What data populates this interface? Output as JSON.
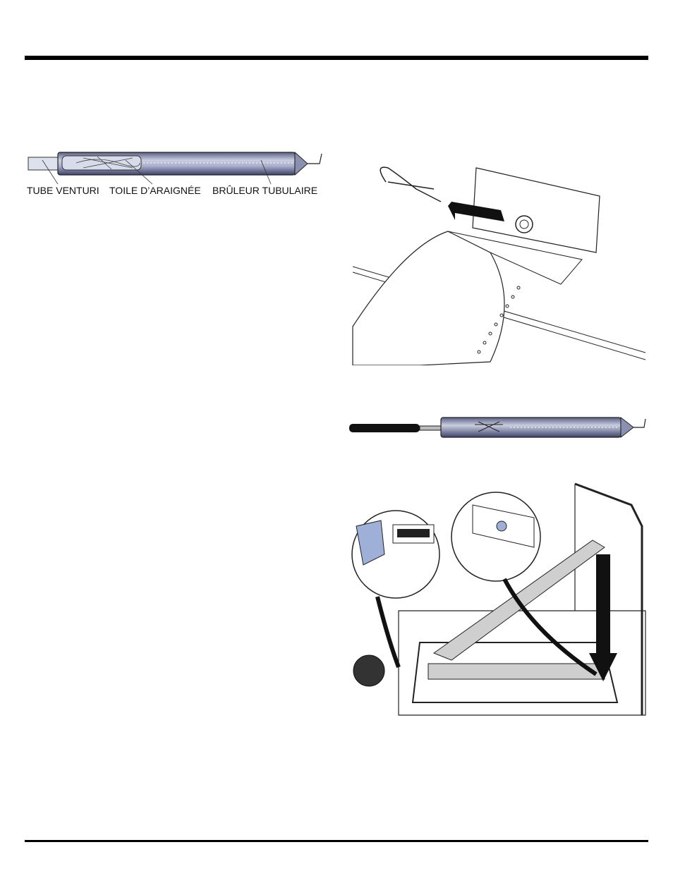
{
  "figure1": {
    "labels": {
      "venturi": "TUBE VENTURI",
      "spider": "TOILE D’ARAIGNÉE",
      "burner": "BRÛLEUR TUBULAIRE"
    }
  },
  "colors": {
    "burner_fill": "#c9cee0",
    "burner_dark": "#4a4f7a",
    "highlight": "#9fb0d8",
    "arrow": "#000000"
  }
}
